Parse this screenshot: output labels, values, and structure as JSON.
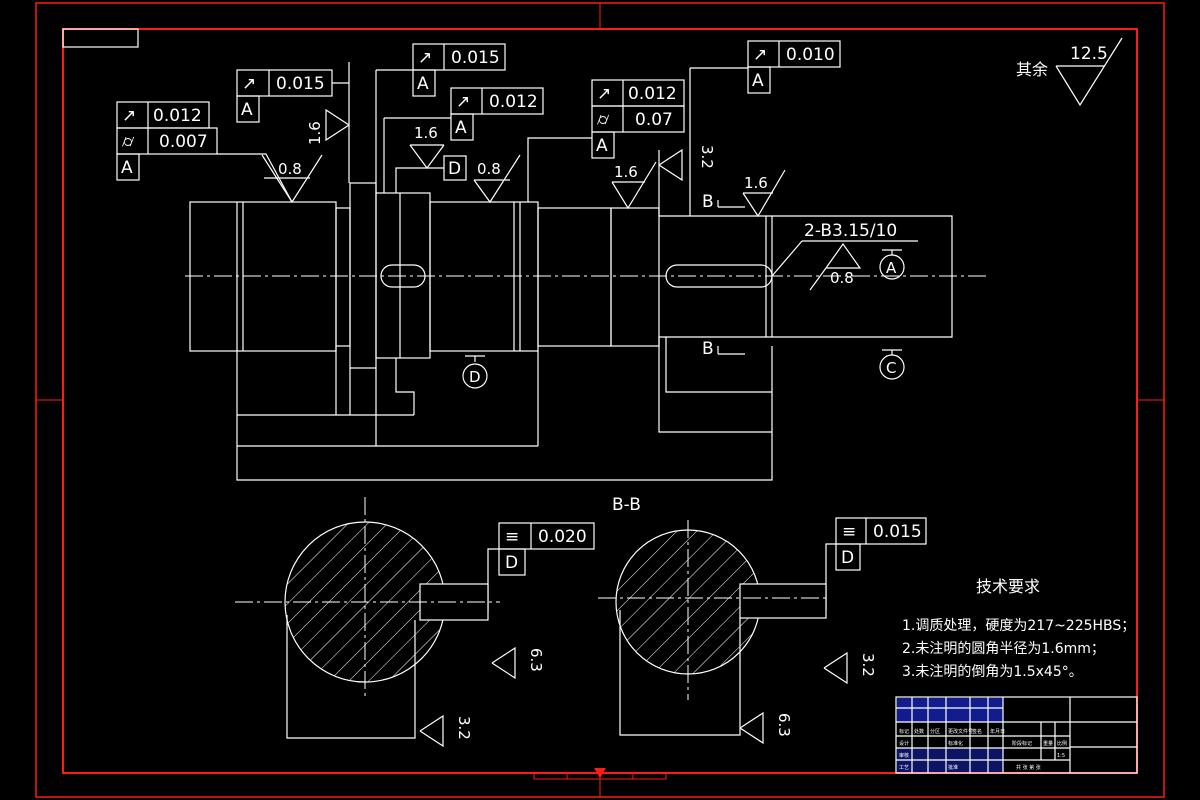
{
  "general_roughness": {
    "label": "其余",
    "value": "12.5"
  },
  "fcf": {
    "f1": {
      "sym": "↗",
      "val": "0.012",
      "sym2": "⌭",
      "val2": "0.007",
      "datum": "A"
    },
    "f2": {
      "sym": "↗",
      "val": "0.015",
      "datum": "A"
    },
    "f3": {
      "sym": "↗",
      "val": "0.015",
      "datum": "A"
    },
    "f4": {
      "sym": "↗",
      "val": "0.012",
      "datum": "A"
    },
    "f5": {
      "sym": "↗",
      "val": "0.012",
      "sym2": "⌭",
      "val2": "0.07",
      "datum": "A"
    },
    "f6": {
      "sym": "↗",
      "val": "0.010",
      "datum": "A"
    },
    "f7": {
      "sym": "≡",
      "val": "0.020",
      "datum": "D"
    },
    "f8": {
      "sym": "≡",
      "val": "0.015",
      "datum": "D"
    }
  },
  "roughness": {
    "r1": "0.8",
    "r2": "1.6",
    "r3": "1.6",
    "r4": "0.8",
    "r5": "1.6",
    "r6": "3.2",
    "r7": "1.6",
    "r8": "0.8",
    "r9": "6.3",
    "r10": "3.2",
    "r11": "3.2",
    "r12": "6.3"
  },
  "datums": {
    "d_left": "D",
    "d_bottom": "D",
    "a": "A",
    "c": "C"
  },
  "centre_hole": "2-B3.15/10",
  "section_marks": {
    "top": "B",
    "bottom": "B",
    "title": "B-B"
  },
  "tech_req": {
    "title": "技术要求",
    "items": [
      "1.调质处理，硬度为217~225HBS；",
      "2.未注明的圆角半径为1.6mm；",
      "3.未注明的倒角为1.5x45°。"
    ]
  },
  "title_block": {
    "c1": "标记",
    "c2": "处数",
    "c3": "分区",
    "c4": "更改文件号",
    "c5": "签名",
    "c6": "年月日",
    "design": "设计",
    "standard": "标准化",
    "stage": "阶段标记",
    "weight": "重量",
    "scale": "比例",
    "scale_val": "1:5",
    "review": "审核",
    "craft": "工艺",
    "approve": "批准",
    "sheets": "共  张  第  张"
  },
  "colors": {
    "border": "#ff1a1a",
    "lines": "#ffffff",
    "background": "#000000",
    "title_block_fill": "#1a28c8"
  }
}
